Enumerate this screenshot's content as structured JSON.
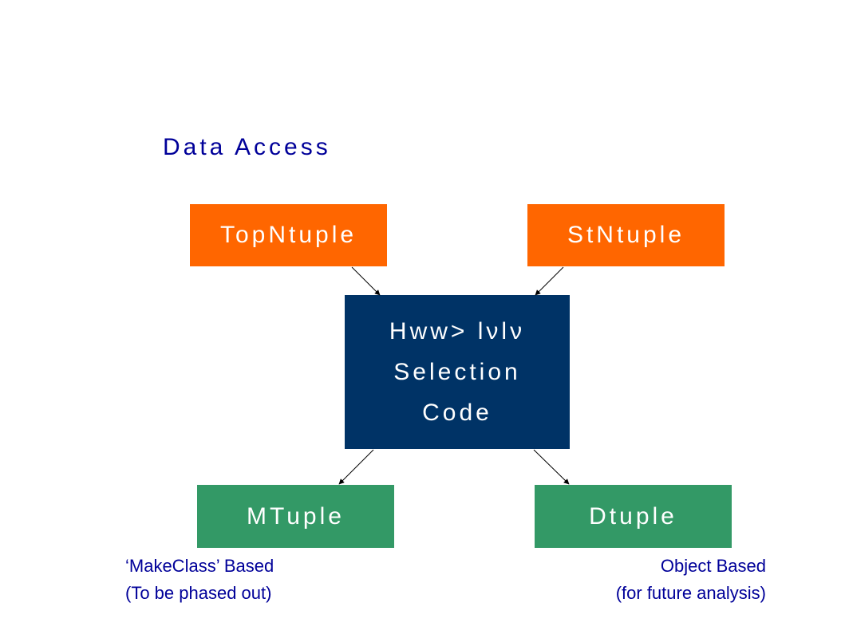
{
  "title": "Data Access",
  "boxes": {
    "top_ntuple": "TopNtuple",
    "st_ntuple": "StNtuple",
    "selection_line1": "Hww> lνlν",
    "selection_line2": "Selection",
    "selection_line3": "Code",
    "mtuple": "MTuple",
    "dtuple": "Dtuple"
  },
  "notes": {
    "left_line1": "‘MakeClass’ Based",
    "left_line2": "(To be phased out)",
    "right_line1": "Object Based",
    "right_line2": "(for future analysis)"
  },
  "colors": {
    "input_box": "#ff6600",
    "selection_box": "#003366",
    "output_box": "#339966",
    "text_blue": "#000099"
  }
}
